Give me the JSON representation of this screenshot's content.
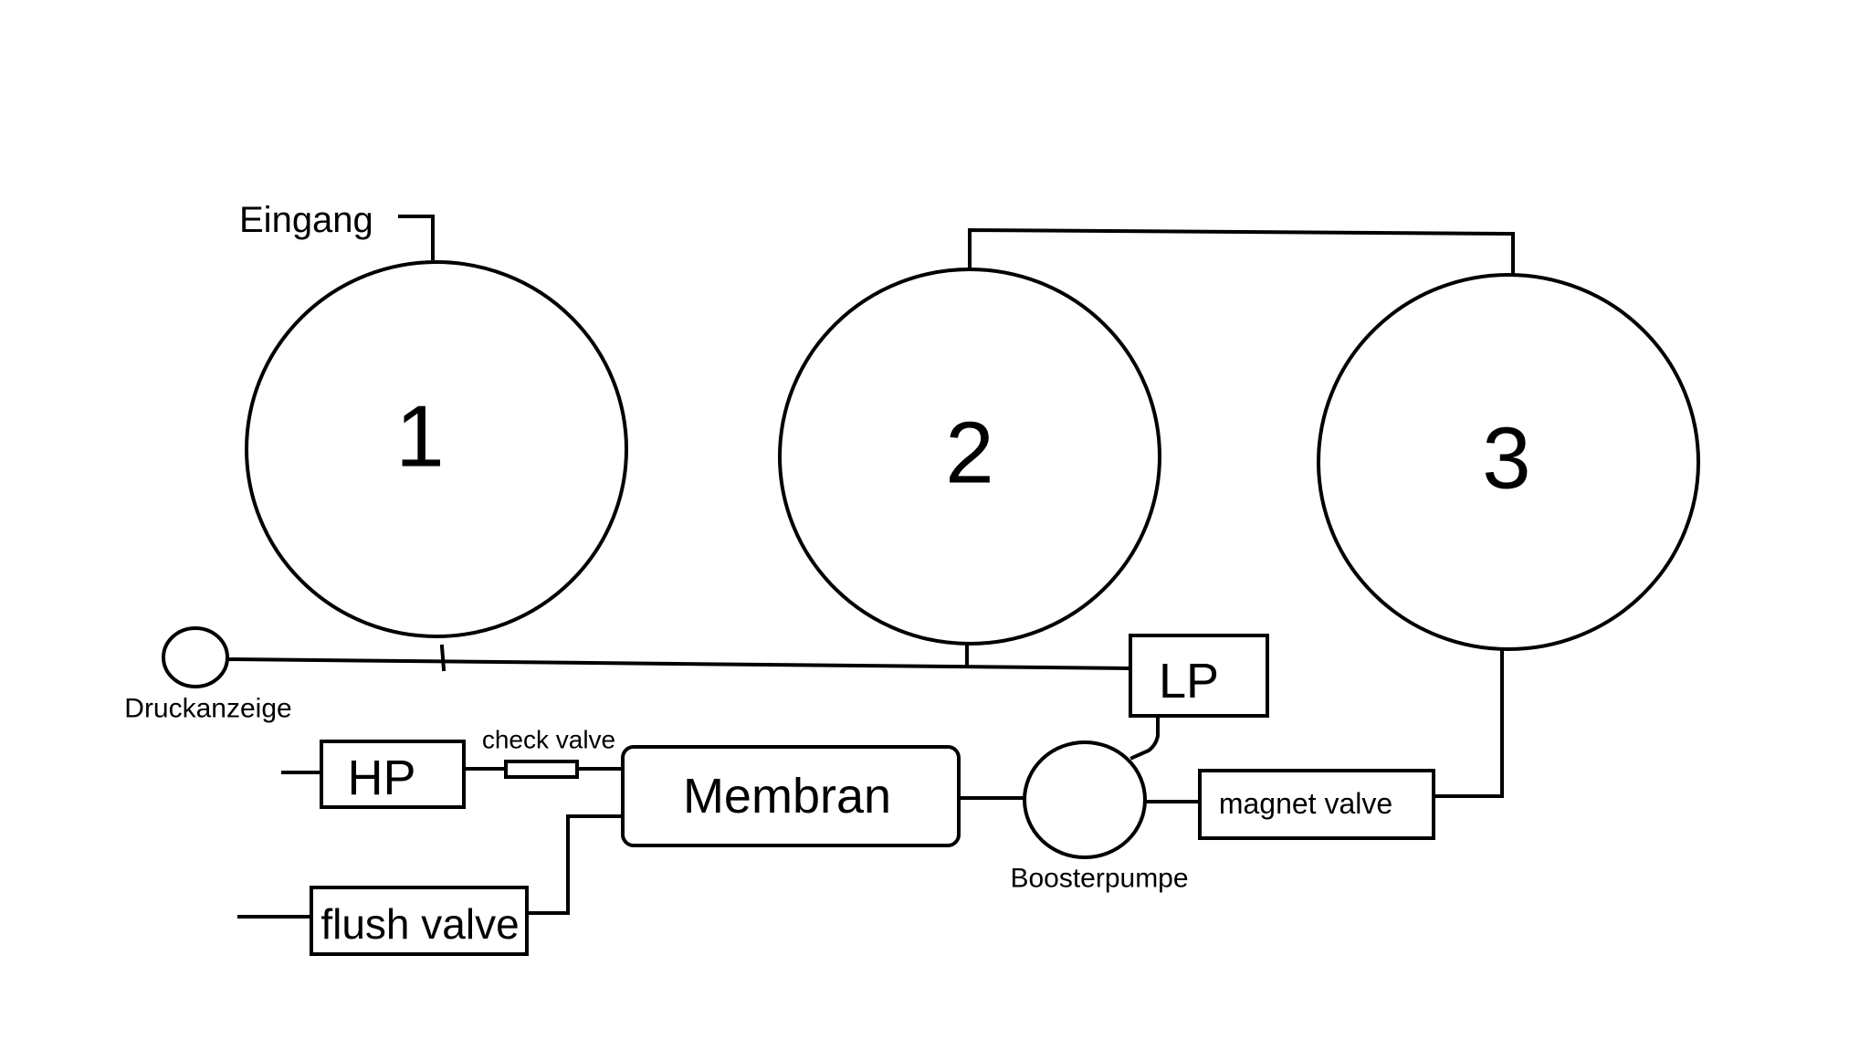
{
  "tanks": [
    {
      "label": "1"
    },
    {
      "label": "2"
    },
    {
      "label": "3"
    }
  ],
  "labels": {
    "inlet": "Eingang",
    "pressure_gauge": "Druckanzeige",
    "check_valve": "check valve",
    "booster_pump": "Boosterpumpe"
  },
  "boxes": {
    "lp": "LP",
    "hp": "HP",
    "membrane": "Membran",
    "flush_valve": "flush valve",
    "magnet_valve": "magnet valve"
  }
}
